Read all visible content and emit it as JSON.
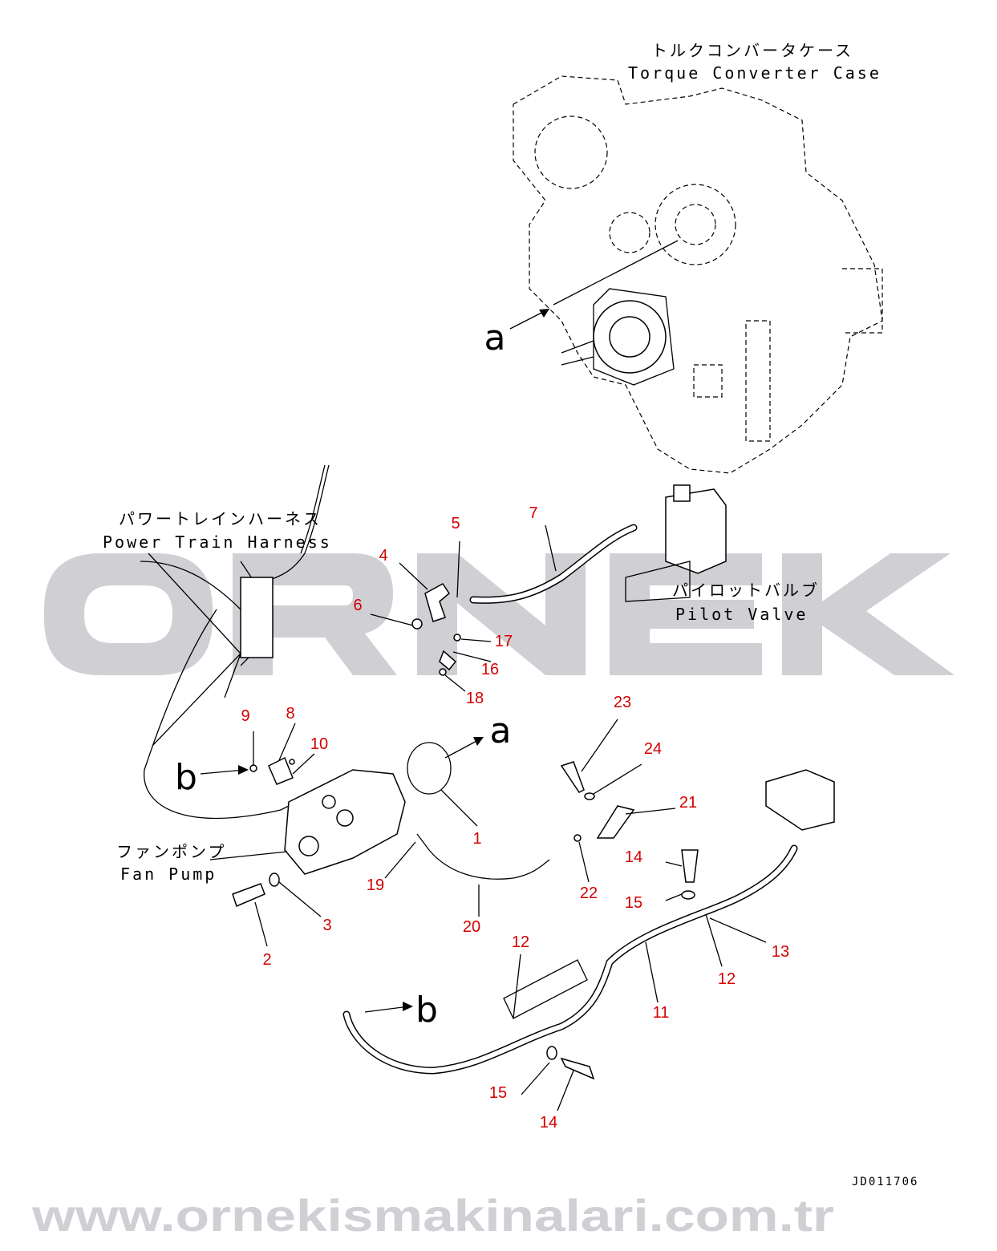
{
  "watermark": {
    "brand": "ORNEK",
    "url": "www.ornekismakinalari.com.tr"
  },
  "labels": {
    "torque_converter_jp": "トルクコンバータケース",
    "torque_converter_en": "Torque Converter Case",
    "power_train_jp": "パワートレインハーネス",
    "power_train_en": "Power Train Harness",
    "pilot_valve_jp": "パイロットバルブ",
    "pilot_valve_en": "Pilot Valve",
    "fan_pump_jp": "ファンポンプ",
    "fan_pump_en": "Fan Pump"
  },
  "callouts": [
    "1",
    "2",
    "3",
    "4",
    "5",
    "6",
    "7",
    "8",
    "9",
    "10",
    "11",
    "12",
    "12",
    "13",
    "14",
    "14",
    "15",
    "15",
    "16",
    "17",
    "18",
    "19",
    "20",
    "21",
    "22",
    "23",
    "24"
  ],
  "reference_letters": [
    "a",
    "a",
    "b",
    "b"
  ],
  "drawing_code": "JD011706",
  "colors": {
    "callout": "#d40000",
    "watermark": "#cfcfd4"
  }
}
